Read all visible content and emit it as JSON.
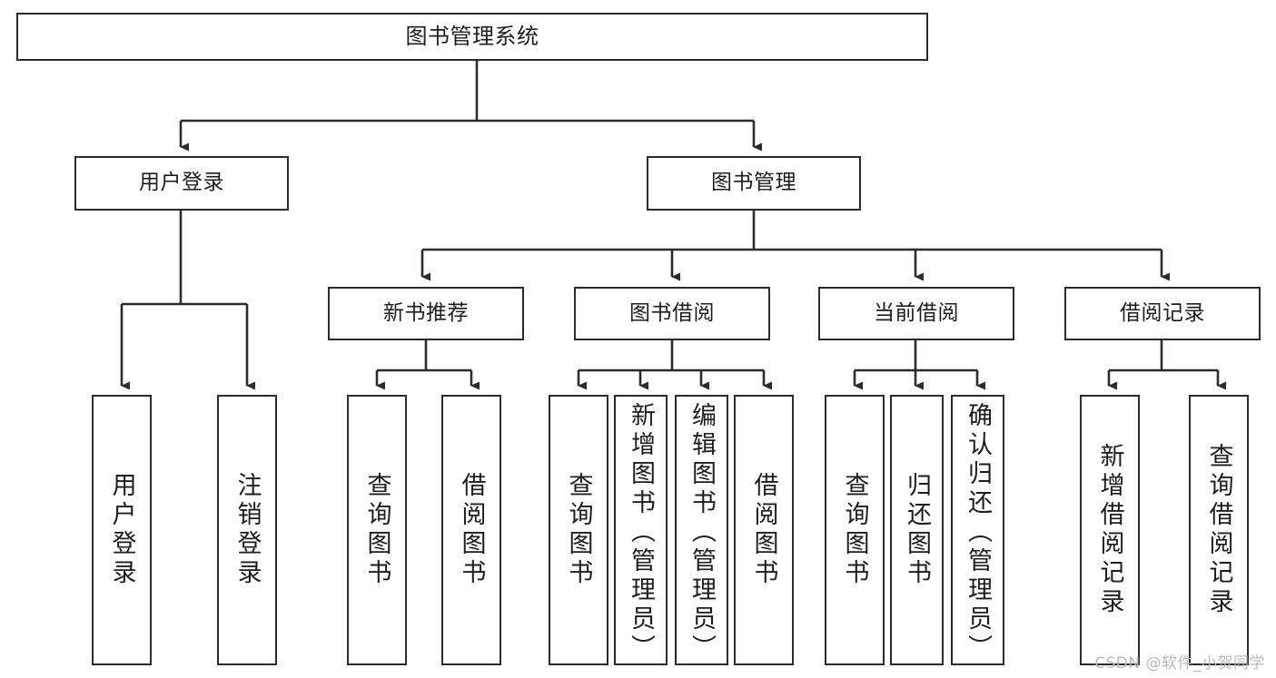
{
  "diagram": {
    "title": "图书管理系统",
    "watermark": "CSDN @软件_小贺同学",
    "colors": {
      "stroke": "#2b2b2b",
      "fill": "#ffffff",
      "text": "#1d1d1d",
      "background": "#ffffff",
      "watermark": "#b9b9b9"
    },
    "levels": {
      "root": {
        "label": "图书管理系统"
      },
      "level2": [
        {
          "label": "用户登录"
        },
        {
          "label": "图书管理"
        }
      ],
      "level3": [
        {
          "label": "新书推荐"
        },
        {
          "label": "图书借阅"
        },
        {
          "label": "当前借阅"
        },
        {
          "label": "借阅记录"
        }
      ],
      "leaves": [
        {
          "label": "用户登录",
          "parent": "用户登录"
        },
        {
          "label": "注销登录",
          "parent": "用户登录"
        },
        {
          "label": "查询图书",
          "parent": "新书推荐"
        },
        {
          "label": "借阅图书",
          "parent": "新书推荐"
        },
        {
          "label": "查询图书",
          "parent": "图书借阅"
        },
        {
          "label": "新增图书（管理员）",
          "parent": "图书借阅"
        },
        {
          "label": "编辑图书（管理员）",
          "parent": "图书借阅"
        },
        {
          "label": "借阅图书",
          "parent": "图书借阅"
        },
        {
          "label": "查询图书",
          "parent": "当前借阅"
        },
        {
          "label": "归还图书",
          "parent": "当前借阅"
        },
        {
          "label": "确认归还（管理员）",
          "parent": "当前借阅"
        },
        {
          "label": "新增借阅记录",
          "parent": "借阅记录"
        },
        {
          "label": "查询借阅记录",
          "parent": "借阅记录"
        }
      ]
    }
  }
}
